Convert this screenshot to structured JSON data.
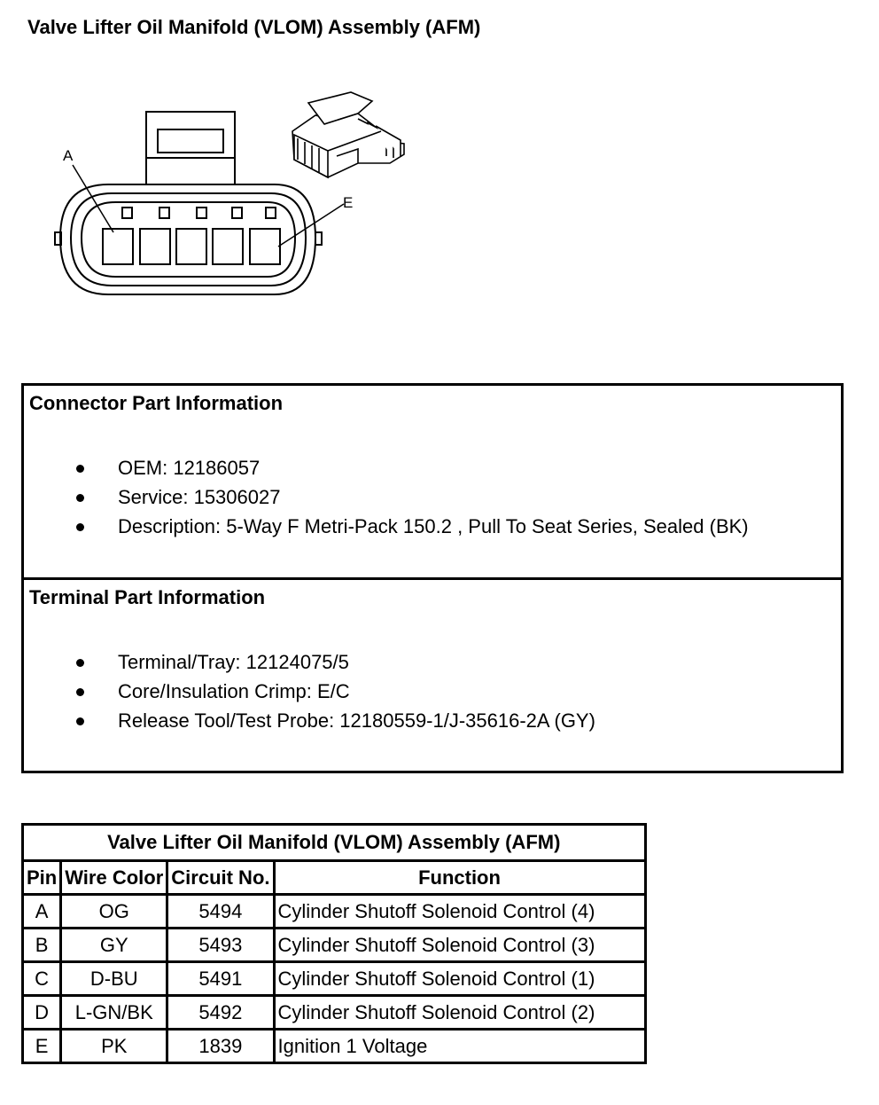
{
  "title": "Valve Lifter Oil Manifold (VLOM) Assembly (AFM)",
  "diagram": {
    "label_a": "A",
    "label_e": "E"
  },
  "connector_info": {
    "heading": "Connector Part Information",
    "items": [
      "OEM: 12186057",
      "Service: 15306027",
      "Description: 5-Way F Metri-Pack 150.2 , Pull To Seat Series, Sealed (BK)"
    ]
  },
  "terminal_info": {
    "heading": "Terminal Part Information",
    "items": [
      "Terminal/Tray: 12124075/5",
      "Core/Insulation Crimp: E/C",
      "Release Tool/Test Probe: 12180559-1/J-35616-2A (GY)"
    ]
  },
  "pin_table": {
    "caption": "Valve Lifter Oil Manifold (VLOM) Assembly (AFM)",
    "headers": [
      "Pin",
      "Wire Color",
      "Circuit No.",
      "Function"
    ],
    "rows": [
      [
        "A",
        "OG",
        "5494",
        "Cylinder Shutoff Solenoid Control (4)"
      ],
      [
        "B",
        "GY",
        "5493",
        "Cylinder Shutoff Solenoid Control (3)"
      ],
      [
        "C",
        "D-BU",
        "5491",
        "Cylinder Shutoff Solenoid Control (1)"
      ],
      [
        "D",
        "L-GN/BK",
        "5492",
        "Cylinder Shutoff Solenoid Control (2)"
      ],
      [
        "E",
        "PK",
        "1839",
        "Ignition 1 Voltage"
      ]
    ]
  }
}
